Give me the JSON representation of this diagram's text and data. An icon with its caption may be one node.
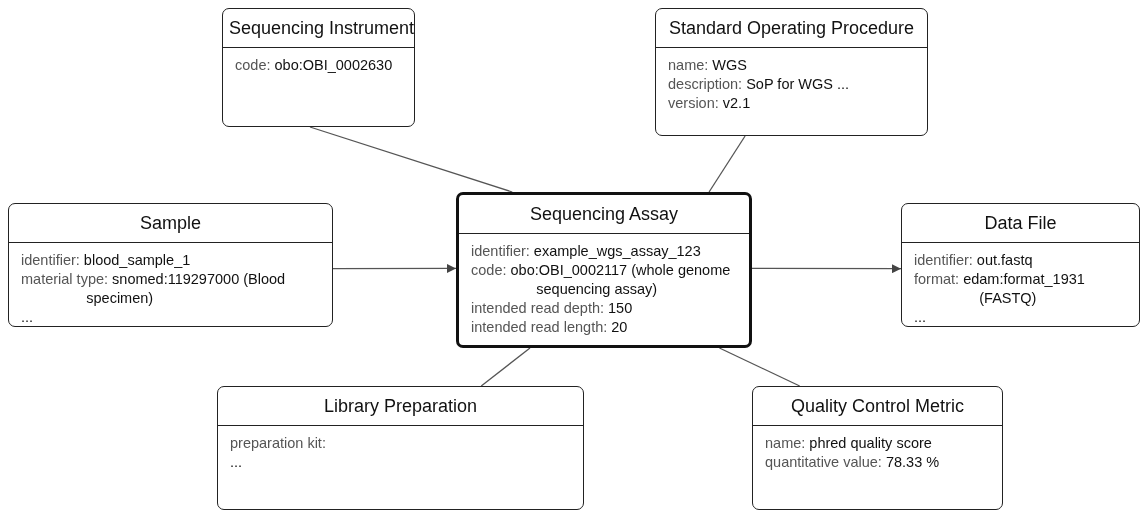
{
  "diagram": {
    "nodes": [
      {
        "text": [
          "Sequencing Instrument",
          "code: obo:OBI_0002630"
        ]
      },
      {
        "text": [
          "Standard Operating Procedure",
          "name: WGS",
          "description: SoP for WGS ...",
          "version: v2.1"
        ]
      },
      {
        "text": [
          "Sample",
          "identifier: blood_sample_1",
          "material type: snomed:119297000 (Blood specimen)",
          "..."
        ]
      },
      {
        "text": [
          "Sequencing Assay",
          "identifier: example_wgs_assay_123",
          "code: obo:OBI_0002117 (whole genome sequencing assay)",
          "intended read depth: 150",
          "intended read length: 20"
        ]
      },
      {
        "text": [
          "Data File",
          "identifier: out.fastq",
          "format: edam:format_1931 (FASTQ)",
          "..."
        ]
      },
      {
        "text": [
          "Library Preparation",
          "preparation kit:",
          "..."
        ]
      },
      {
        "text": [
          "Quality Control Metric",
          "name: phred quality score",
          "quantitative value: 78.33 %"
        ]
      }
    ],
    "edges": [
      {
        "from": 0,
        "to": 3,
        "arrow": "none"
      },
      {
        "from": 1,
        "to": 3,
        "arrow": "none"
      },
      {
        "from": 2,
        "to": 3,
        "arrow": "to"
      },
      {
        "from": 3,
        "to": 4,
        "arrow": "to"
      },
      {
        "from": 3,
        "to": 5,
        "arrow": "none"
      },
      {
        "from": 3,
        "to": 6,
        "arrow": "none"
      }
    ]
  }
}
